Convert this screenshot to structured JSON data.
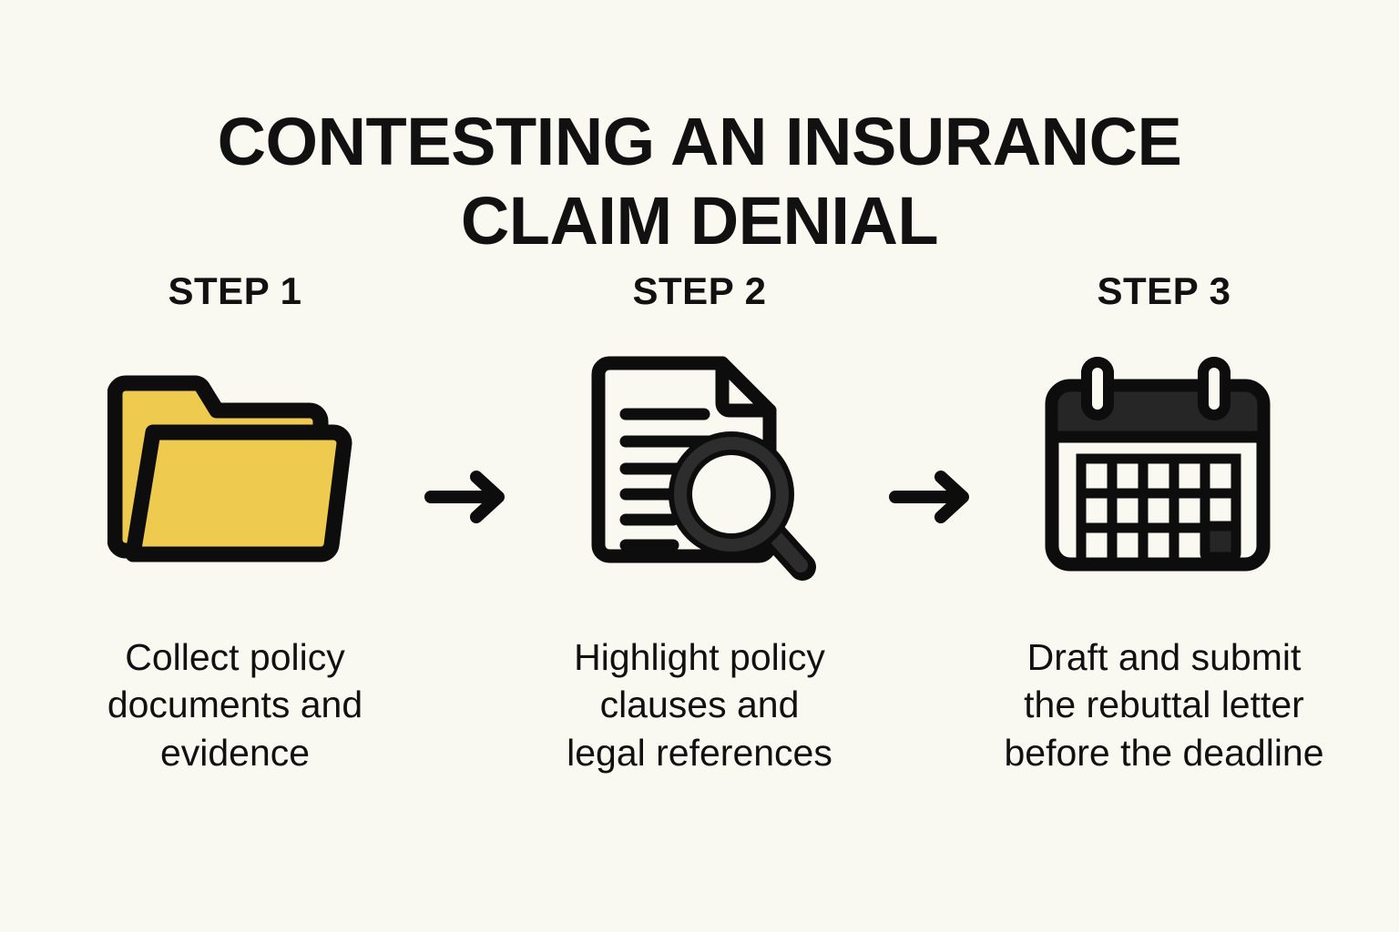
{
  "theme": {
    "background": "#faf9f1",
    "ink": "#111111",
    "accent_yellow": "#eecb4f",
    "header_dark": "#262626",
    "lens_grey": "#2d2d2d"
  },
  "header": {
    "title": "CONTESTING AN INSURANCE\nCLAIM DENIAL"
  },
  "steps": [
    {
      "label": "STEP 1",
      "icon": "folder-icon",
      "caption": "Collect policy\ndocuments and\nevidence"
    },
    {
      "label": "STEP 2",
      "icon": "document-search-icon",
      "caption": "Highlight policy\nclauses and\nlegal references"
    },
    {
      "label": "STEP 3",
      "icon": "calendar-icon",
      "caption": "Draft and submit\nthe rebuttal letter\nbefore the deadline"
    }
  ],
  "connectors": [
    {
      "icon": "arrow-right-icon"
    },
    {
      "icon": "arrow-right-icon"
    }
  ]
}
